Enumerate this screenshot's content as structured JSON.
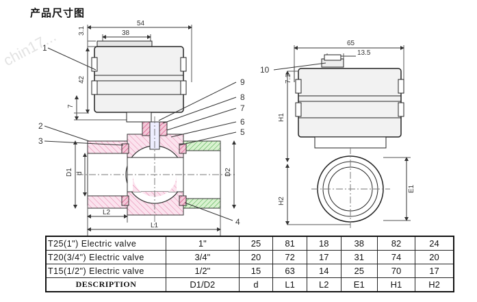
{
  "title": "产品尺寸图",
  "watermark": "chin17...",
  "dimensions": {
    "d54": "54",
    "d38": "38",
    "d31": "3.1",
    "d42": "42",
    "d7": "7",
    "d65": "65",
    "d135": "13.5",
    "d71": "7.1",
    "D1": "D1",
    "d": "d",
    "D2": "D2",
    "L1": "L1",
    "L2": "L2",
    "H1": "H1",
    "H2": "H2",
    "E1": "E1"
  },
  "callouts": [
    "1",
    "2",
    "3",
    "4",
    "5",
    "6",
    "7",
    "8",
    "9",
    "10"
  ],
  "table": {
    "rows": [
      [
        "T25(1\") Electric valve",
        "1\"",
        "25",
        "81",
        "18",
        "38",
        "82",
        "24"
      ],
      [
        "T20(3/4\") Electric valve",
        "3/4\"",
        "20",
        "72",
        "17",
        "31",
        "74",
        "20"
      ],
      [
        "T15(1/2\") Electric valve",
        "1/2\"",
        "15",
        "63",
        "14",
        "25",
        "70",
        "17"
      ]
    ],
    "header": [
      "DESCRIPTION",
      "D1/D2",
      "d",
      "L1",
      "L2",
      "E1",
      "H1",
      "H2"
    ]
  }
}
